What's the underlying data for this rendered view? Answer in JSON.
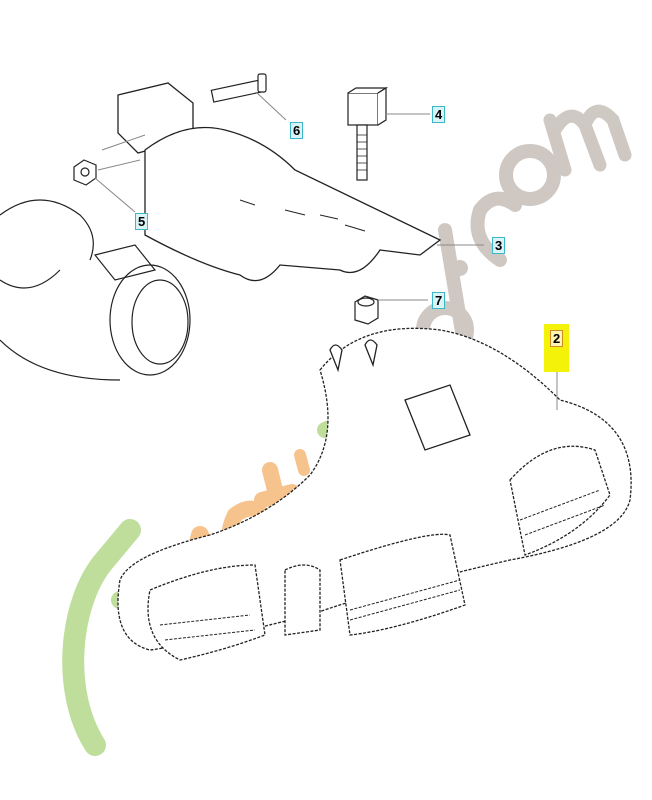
{
  "diagram": {
    "type": "exploded-parts-diagram",
    "subject": "trimmer blade guard assembly"
  },
  "callouts": [
    {
      "id": "6",
      "label": "6",
      "part": "bolt"
    },
    {
      "id": "4",
      "label": "4",
      "part": "screw with square head"
    },
    {
      "id": "5",
      "label": "5",
      "part": "nut"
    },
    {
      "id": "3",
      "label": "3",
      "part": "bracket"
    },
    {
      "id": "7",
      "label": "7",
      "part": "nut"
    },
    {
      "id": "2",
      "label": "2",
      "part": "guard",
      "highlighted": true
    }
  ],
  "watermark": {
    "text": "forcetjardin.com",
    "parts": [
      "fo",
      "r",
      "e",
      "t'",
      "jardin",
      ".com"
    ],
    "colors": {
      "green": "#b5d98a",
      "orange": "#f6b97a",
      "gray": "#c7bfb8"
    }
  },
  "colors": {
    "line": "#222222",
    "callout_bg": "#d9f3f6",
    "callout_border": "#3bb9c6",
    "highlight": "#f5f20a"
  }
}
